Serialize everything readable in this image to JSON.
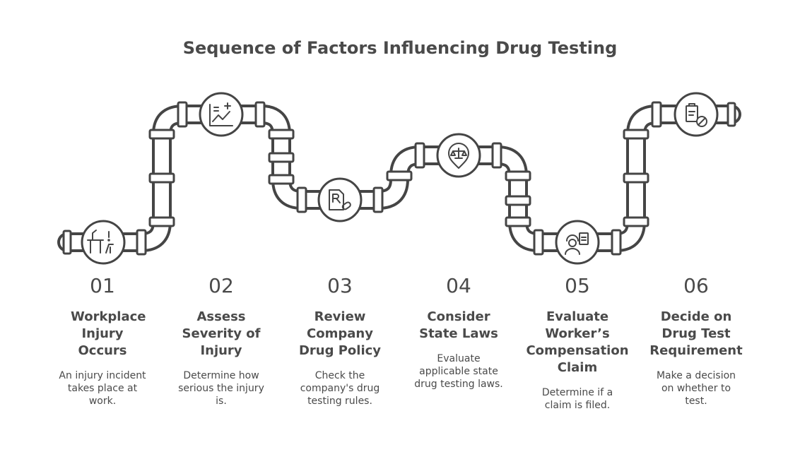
{
  "title": "Sequence of Factors Influencing Drug Testing",
  "steps": [
    {
      "num": "01",
      "heading": "Workplace Injury Occurs",
      "description": "An injury incident takes place at work.",
      "icon": "workplace-injury-icon"
    },
    {
      "num": "02",
      "heading": "Assess Severity of Injury",
      "description": "Determine how serious the injury is.",
      "icon": "medical-chart-icon"
    },
    {
      "num": "03",
      "heading": "Review Company Drug Policy",
      "description": "Check the company's drug testing rules.",
      "icon": "prescription-icon"
    },
    {
      "num": "04",
      "heading": "Consider State Laws",
      "description": "Evaluate applicable state drug testing laws.",
      "icon": "scales-location-icon"
    },
    {
      "num": "05",
      "heading": "Evaluate Worker’s Compensation Claim",
      "description": "Determine if a claim is filed.",
      "icon": "worker-clipboard-icon"
    },
    {
      "num": "06",
      "heading": "Decide on Drug Test Requirement",
      "description": "Make a decision on whether to test.",
      "icon": "clipboard-prohibited-icon"
    }
  ]
}
